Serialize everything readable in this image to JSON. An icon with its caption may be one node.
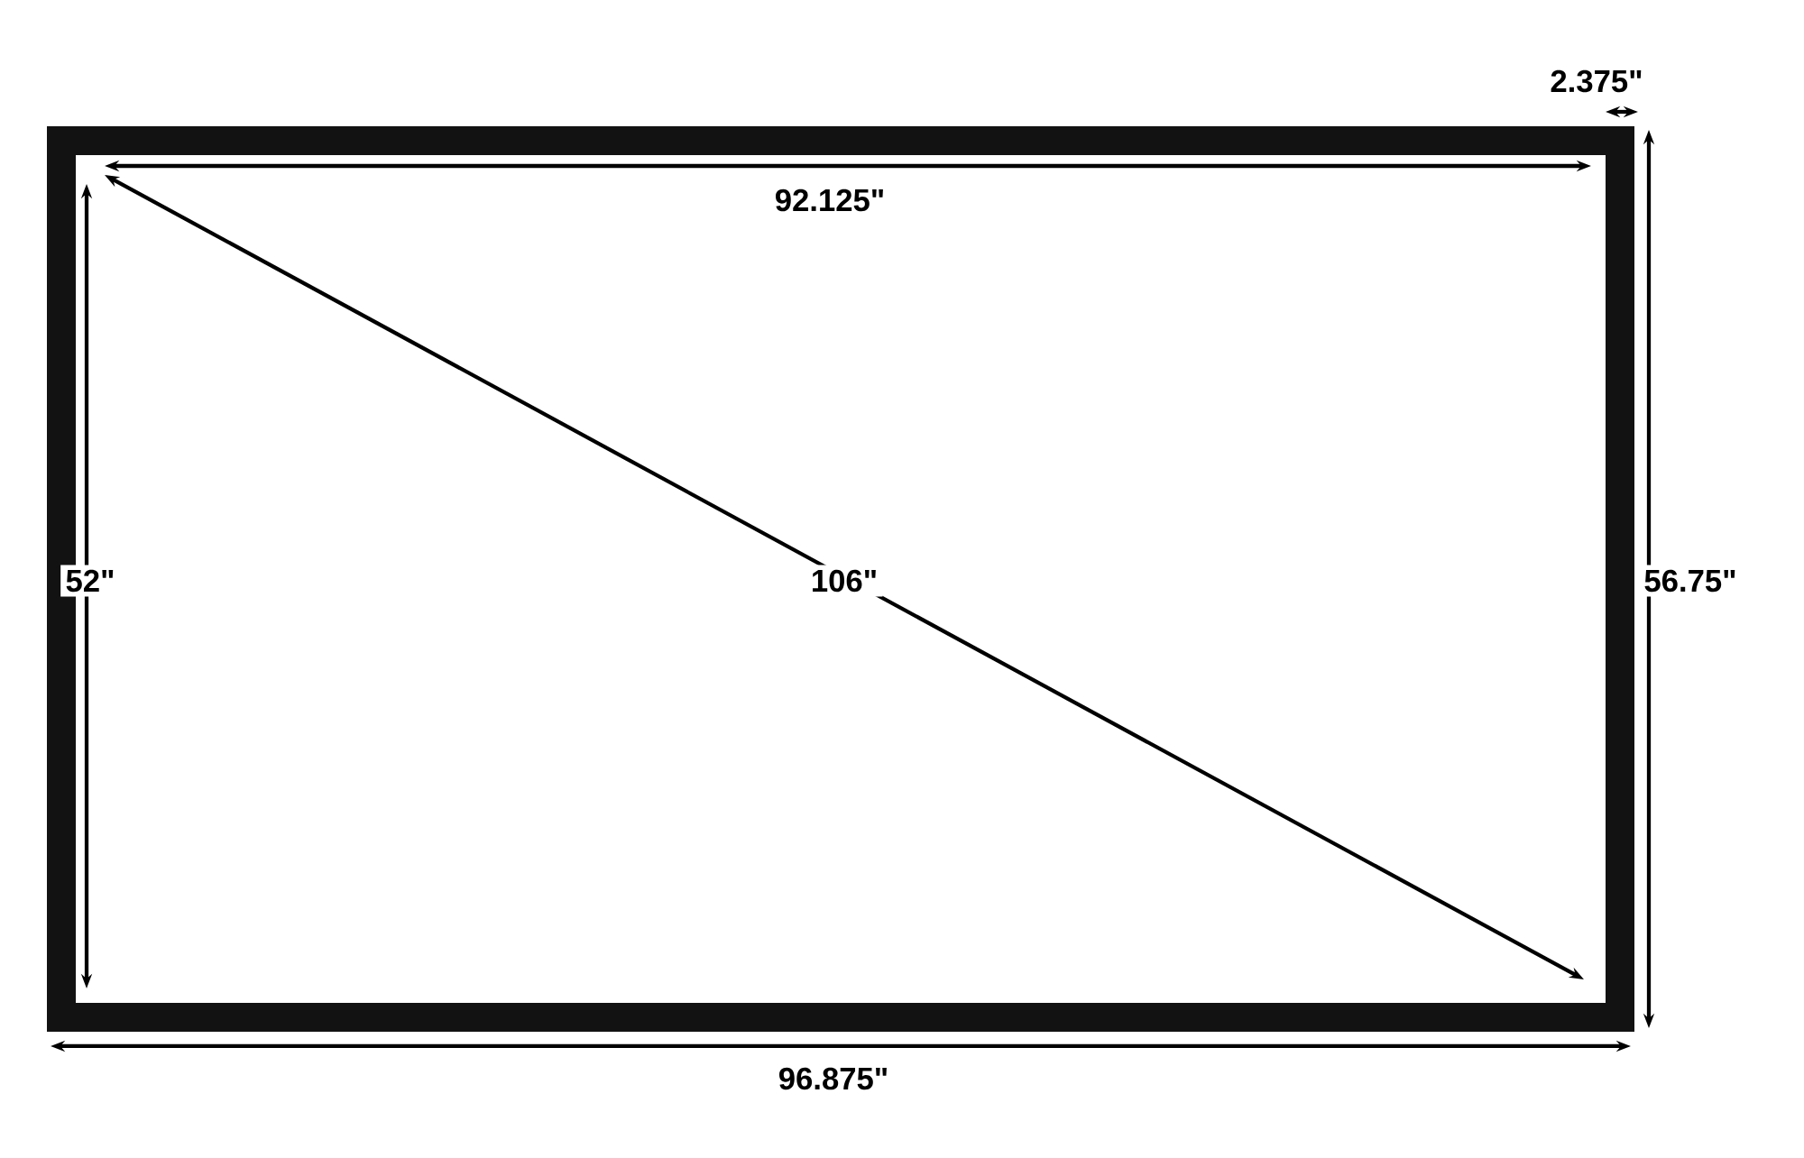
{
  "diagram": {
    "labels": [
      "2.375\"",
      "92.125\"",
      "52\"",
      "106\"",
      "56.75\"",
      "96.875\""
    ]
  }
}
